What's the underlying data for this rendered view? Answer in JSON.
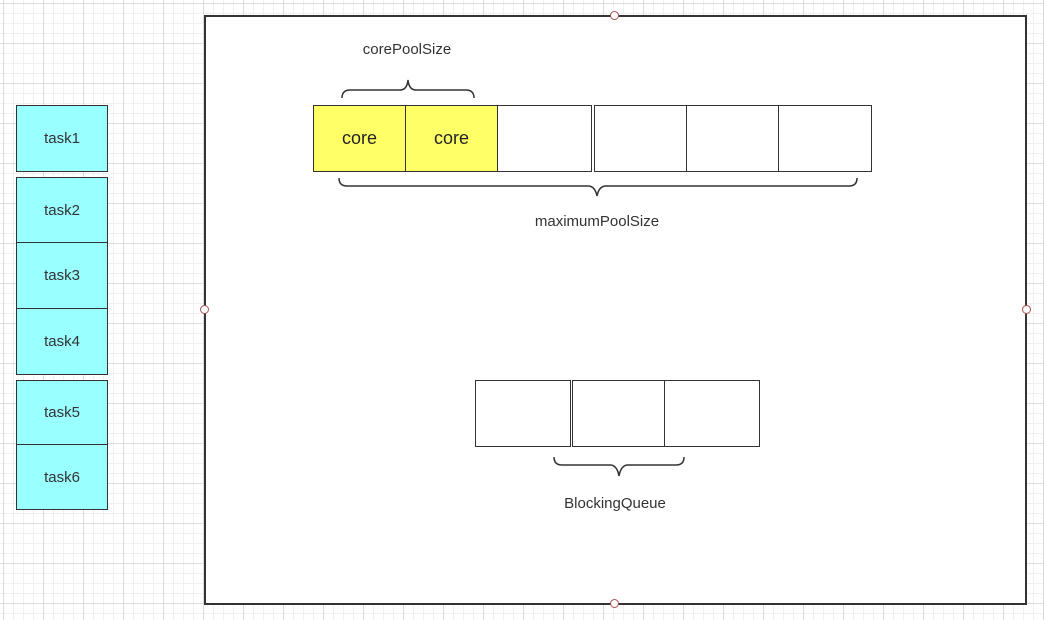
{
  "tasks": [
    {
      "label": "task1"
    },
    {
      "label": "task2"
    },
    {
      "label": "task3"
    },
    {
      "label": "task4"
    },
    {
      "label": "task5"
    },
    {
      "label": "task6"
    }
  ],
  "pool": {
    "core_pool_size_label": "corePoolSize",
    "maximum_pool_size_label": "maximumPoolSize",
    "slots": [
      {
        "label": "core",
        "is_core": true
      },
      {
        "label": "core",
        "is_core": true
      },
      {
        "label": "",
        "is_core": false
      },
      {
        "label": "",
        "is_core": false
      },
      {
        "label": "",
        "is_core": false
      },
      {
        "label": "",
        "is_core": false
      }
    ]
  },
  "queue": {
    "label": "BlockingQueue",
    "slot_count": 3
  },
  "colors": {
    "task_fill": "#99ffff",
    "core_fill": "#ffff66",
    "stroke": "#333333"
  }
}
